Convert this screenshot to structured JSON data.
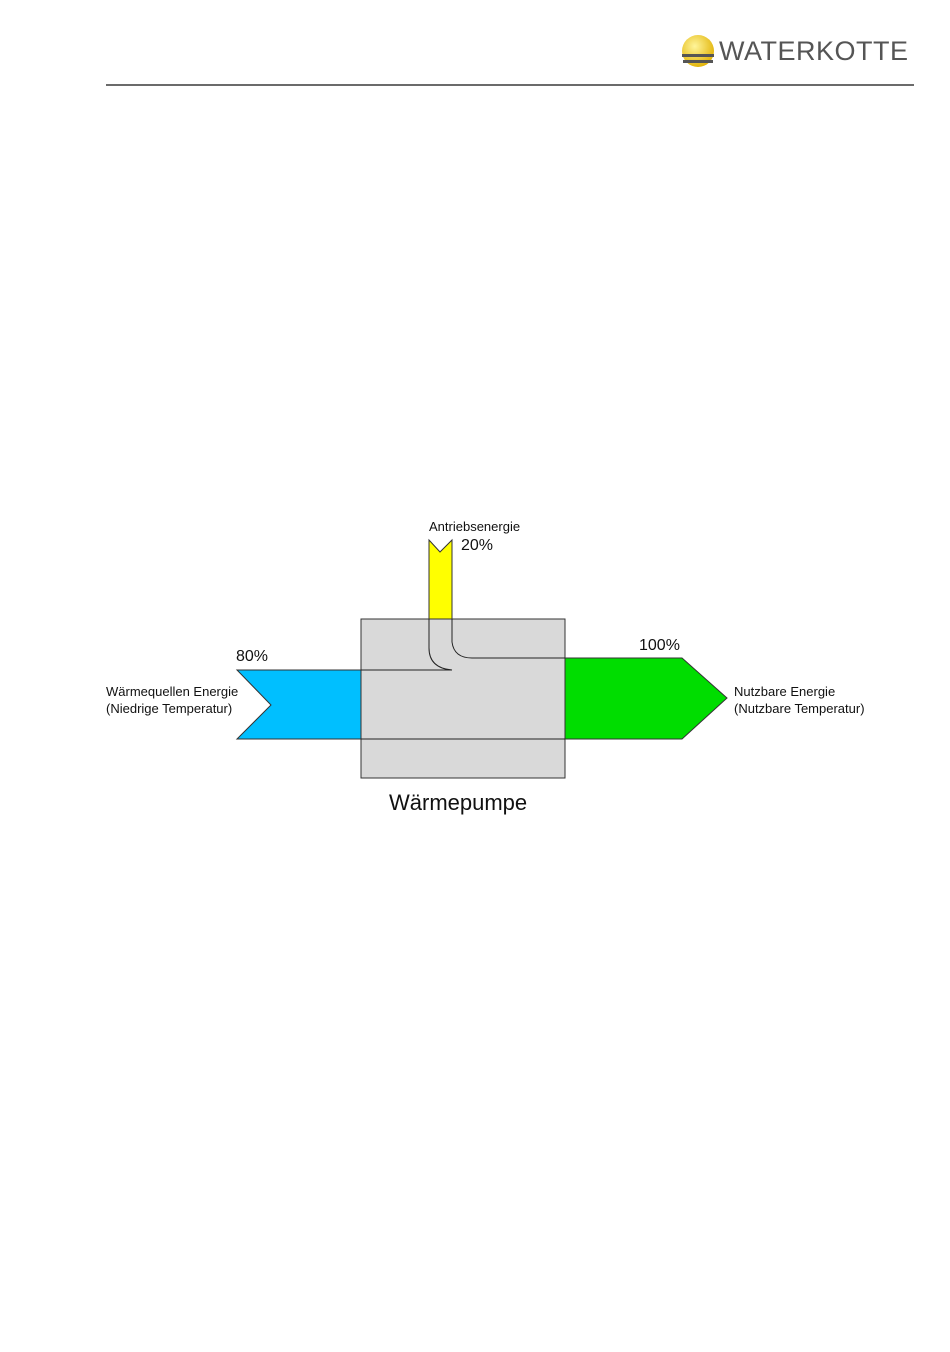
{
  "header": {
    "brand": "WATERKOTTE"
  },
  "diagram": {
    "title": "Wärmepumpe",
    "drive": {
      "label": "Antriebsenergie",
      "percent": "20%"
    },
    "source": {
      "percent": "80%",
      "label_line1": "Wärmequellen Energie",
      "label_line2": "(Niedrige Temperatur)"
    },
    "output": {
      "percent": "100%",
      "label_line1": "Nutzbare Energie",
      "label_line2": "(Nutzbare Temperatur)"
    },
    "colors": {
      "source": "#00bfff",
      "drive": "#ffff00",
      "output": "#00dd00",
      "box": "#d9d9d9"
    }
  }
}
